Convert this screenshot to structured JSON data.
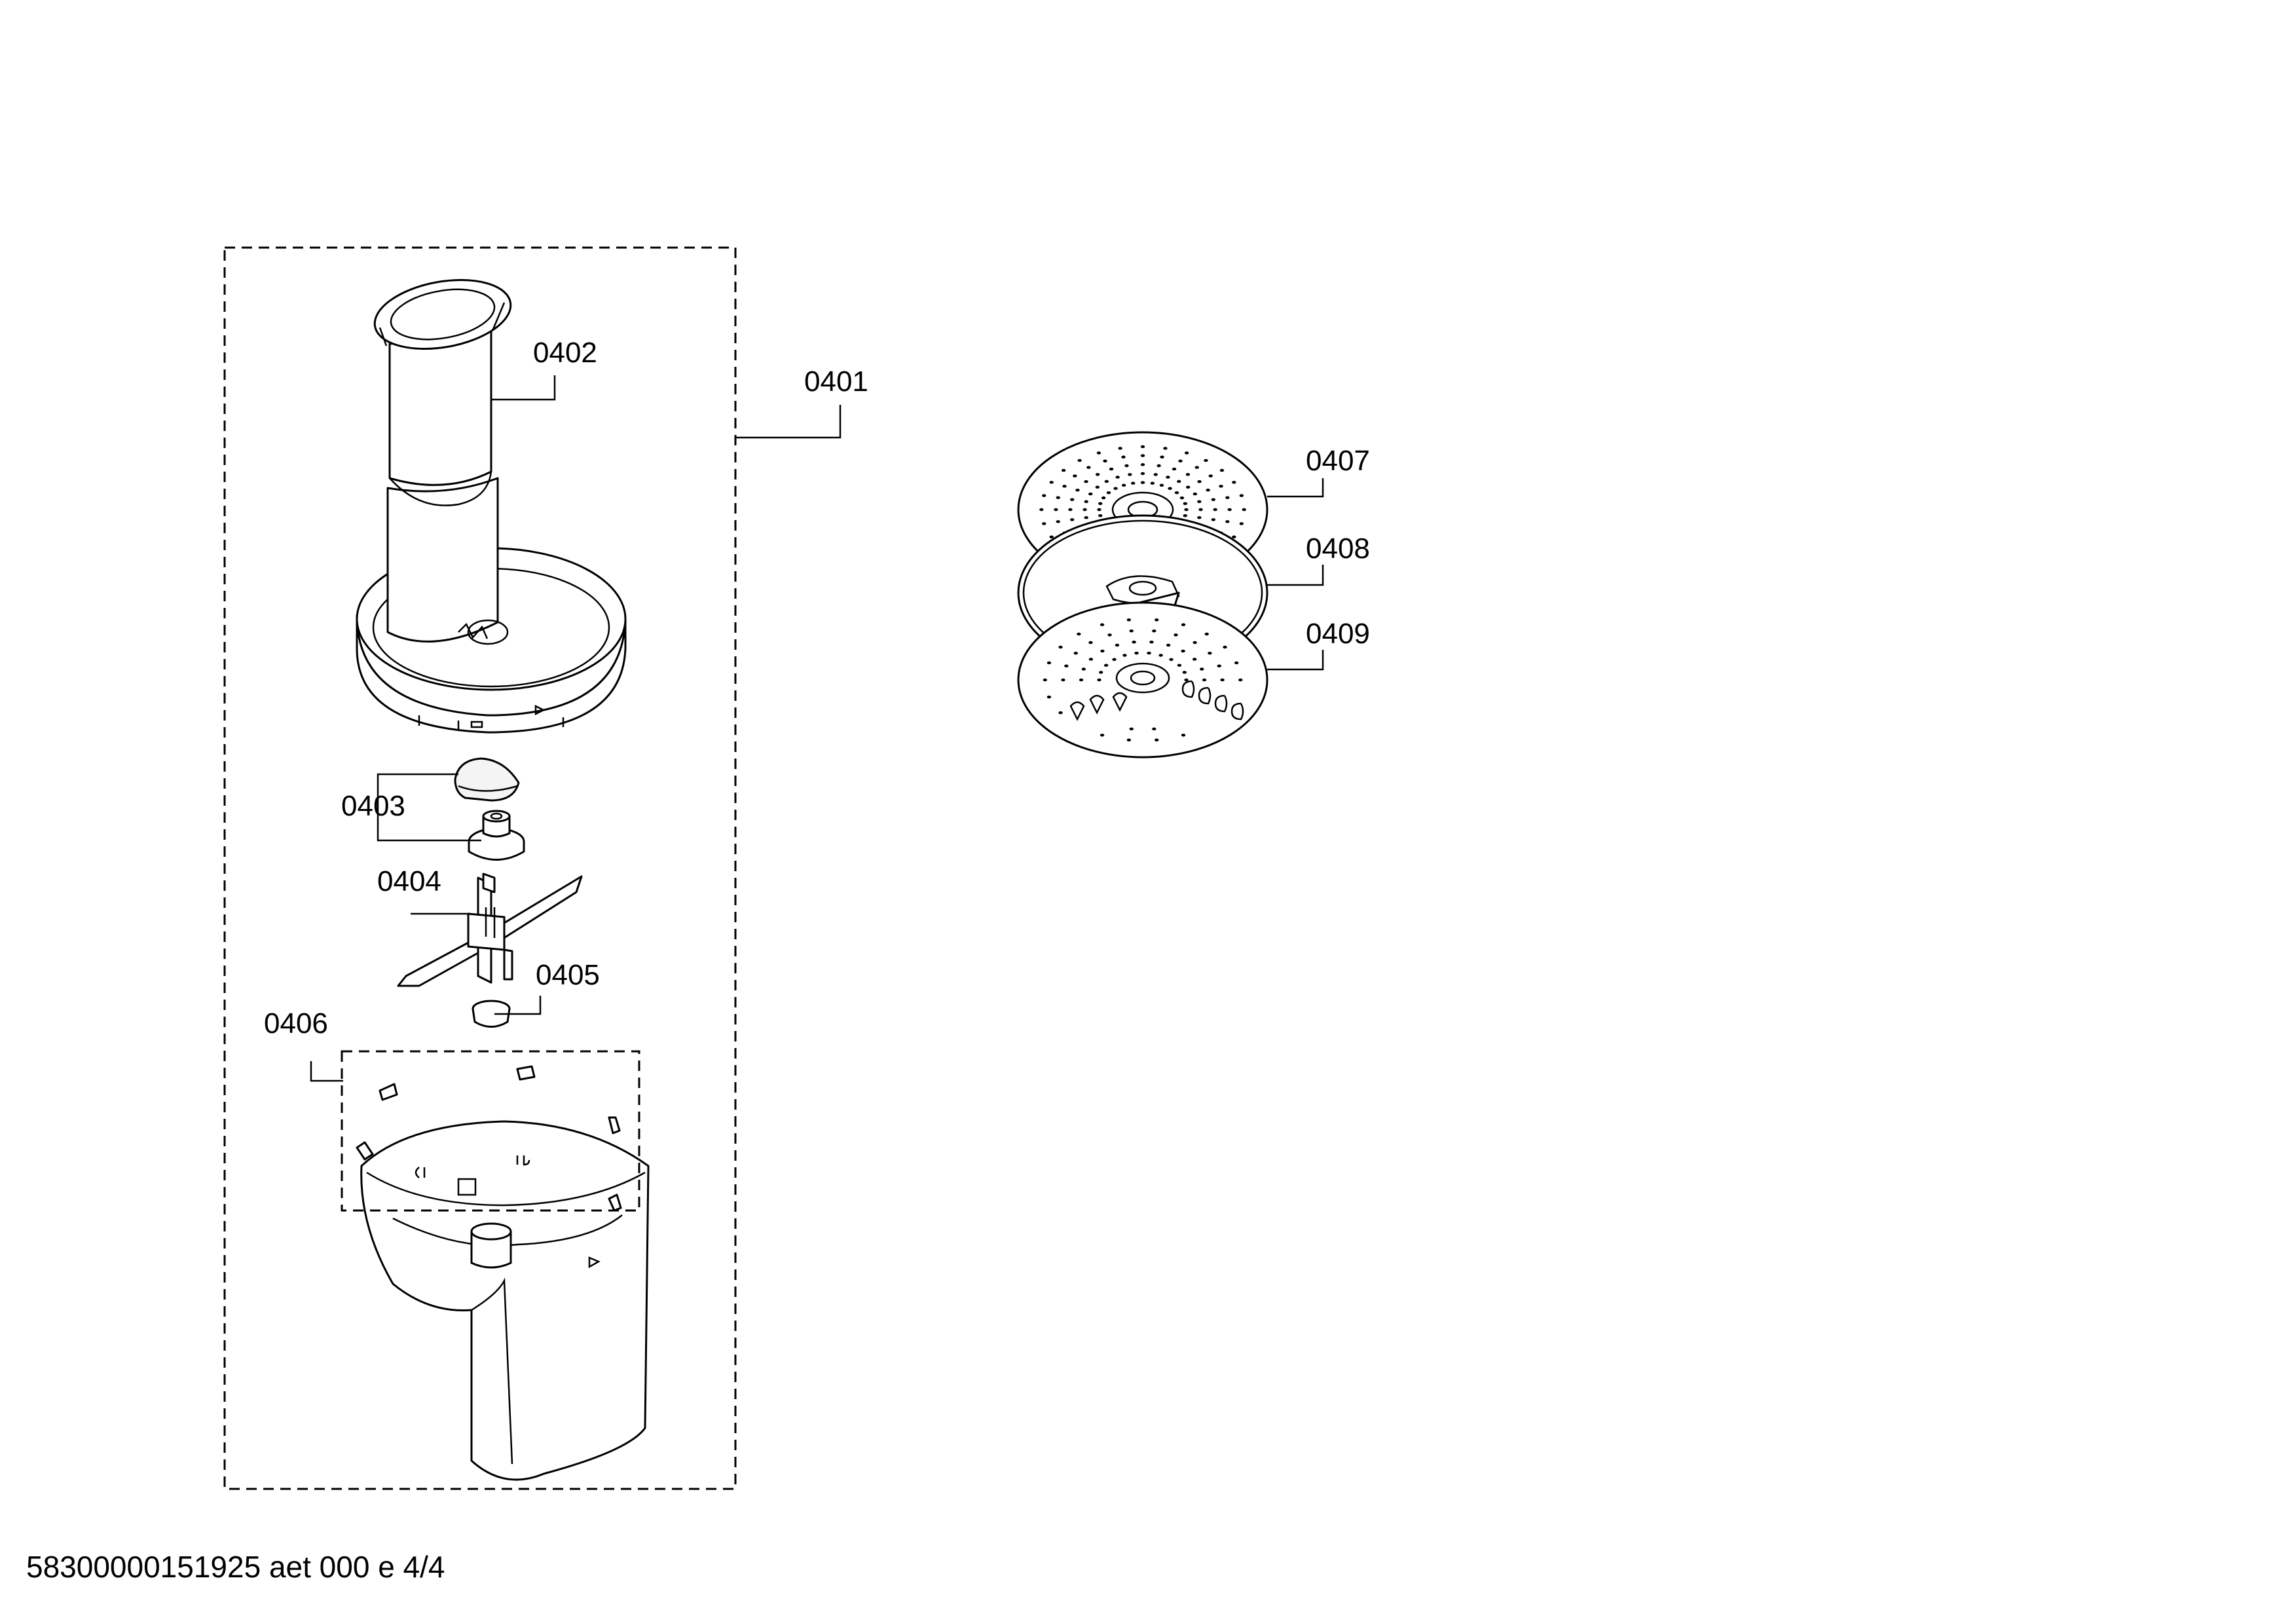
{
  "callouts": {
    "p0401": "0401",
    "p0402": "0402",
    "p0403": "0403",
    "p0404": "0404",
    "p0405": "0405",
    "p0406": "0406",
    "p0407": "0407",
    "p0408": "0408",
    "p0409": "0409"
  },
  "footer": {
    "document_code": "58300000151925 aet 000 e 4/4"
  }
}
